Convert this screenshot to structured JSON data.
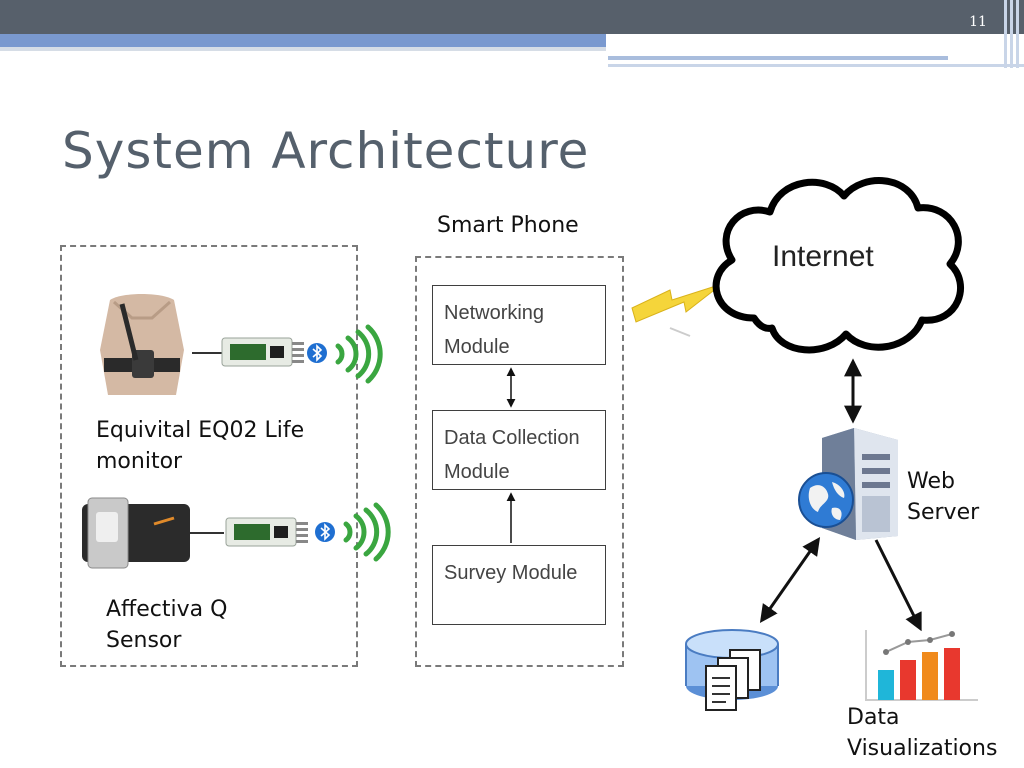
{
  "slide_number": "11",
  "title": "System Architecture",
  "labels": {
    "external_sensors": "",
    "smart_phone": "Smart Phone",
    "equivital": "Equivital EQ02 Life monitor",
    "affectiva": "Affectiva Q Sensor",
    "gprs": "",
    "internet": "Internet",
    "web_server": "Web Server",
    "flat_file": "",
    "data_vis": "Data Visualizations"
  },
  "modules": {
    "networking": "Networking Module",
    "data_collection": "Data Collection Module",
    "survey": "Survey Module"
  },
  "colors": {
    "header_dark": "#57606b",
    "header_blue": "#7a99cf",
    "title": "#55606c",
    "wifi_waves": "#3aa640",
    "bluetooth": "#1f6fd1"
  },
  "icons": [
    "bluetooth-icon",
    "wifi-waves-icon",
    "lightning-icon",
    "cloud-icon",
    "server-icon",
    "globe-icon",
    "database-icon",
    "bar-chart-icon"
  ]
}
